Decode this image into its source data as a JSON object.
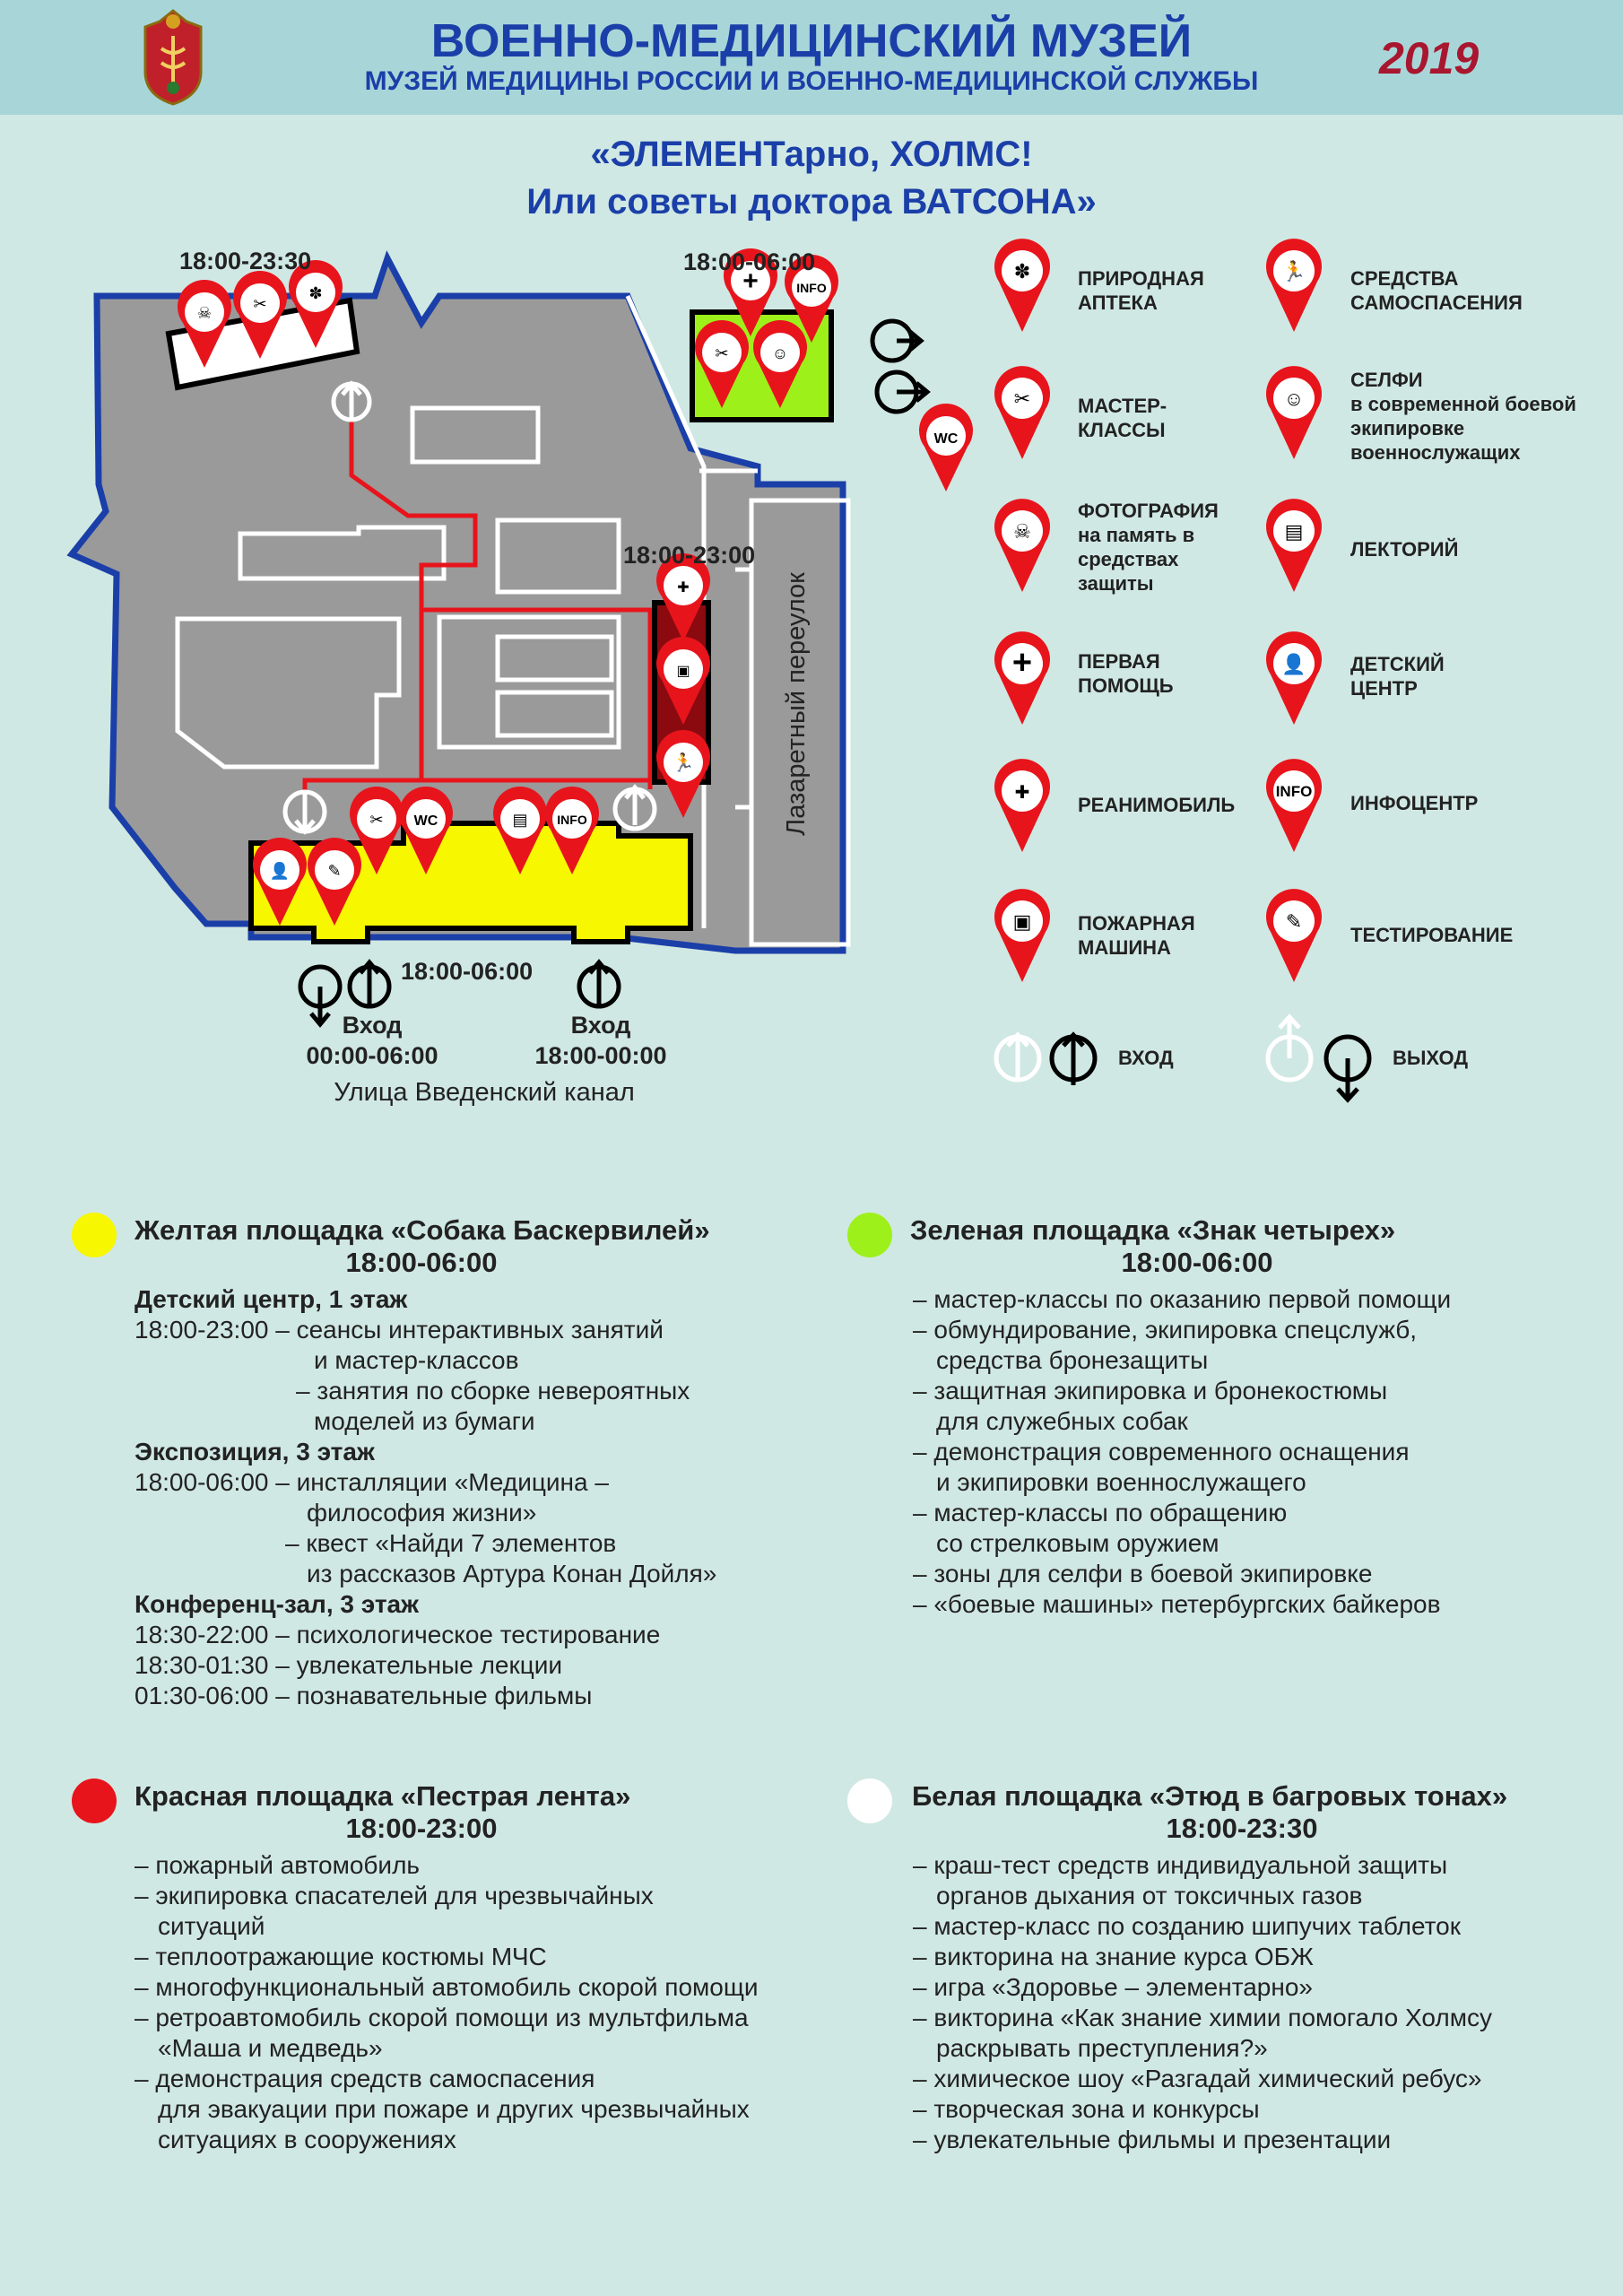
{
  "header": {
    "title": "ВОЕННО-МЕДИЦИНСКИЙ МУЗЕЙ",
    "subtitle": "МУЗЕЙ МЕДИЦИНЫ РОССИИ И ВОЕННО-МЕДИЦИНСКОЙ СЛУЖБЫ",
    "year": "2019"
  },
  "event": {
    "line1": "«ЭЛЕМЕНТарно, ХОЛМС!",
    "line2": "Или советы доктора ВАТСОНА»"
  },
  "map": {
    "time_top_left": "18:00-23:30",
    "time_top_right": "18:00-06:00",
    "time_red": "18:00-23:00",
    "time_bottom": "18:00-06:00",
    "entrance1": "Вход\n00:00-06:00",
    "entrance2": "Вход\n18:00-00:00",
    "street": "Улица Введенский канал",
    "lane": "Лазаретный переулок",
    "wc_label": "WC",
    "info_label": "INFO"
  },
  "legend": [
    {
      "icon": "tree-icon",
      "label": "Природная аптека"
    },
    {
      "icon": "running-person-icon",
      "label": "Средства самоспасения"
    },
    {
      "icon": "scissors-screen-icon",
      "label": "Мастер-классы"
    },
    {
      "icon": "soldier-icon",
      "label": "Селфи",
      "sub": "в современной боевой экипировке военнослужащих"
    },
    {
      "icon": "gas-mask-icon",
      "label": "Фотография",
      "sub": "на память в средствах защиты"
    },
    {
      "icon": "book-icon",
      "label": "Лекторий"
    },
    {
      "icon": "cross-icon",
      "label": "Первая помощь"
    },
    {
      "icon": "child-icon",
      "label": "Детский центр"
    },
    {
      "icon": "ambulance-icon",
      "label": "Реанимобиль"
    },
    {
      "icon": "info-icon",
      "label": "Инфоцентр"
    },
    {
      "icon": "fire-truck-icon",
      "label": "Пожарная машина"
    },
    {
      "icon": "test-icon",
      "label": "Тестирование"
    }
  ],
  "legend_entry": "ВХОД",
  "legend_exit": "ВЫХОД",
  "zones": [
    {
      "color": "#f7f700",
      "title": "Желтая площадка «Собака Баскервилей»",
      "time": "18:00-06:00",
      "lines": [
        {
          "t": "Детский центр, 1 этаж",
          "c": "h"
        },
        {
          "t": "18:00-23:00  – сеансы интерактивных занятий",
          "c": ""
        },
        {
          "t": "и мастер-классов",
          "c": "in1"
        },
        {
          "t": "– занятия по сборке невероятных",
          "c": "in1"
        },
        {
          "t": "моделей из бумаги",
          "c": "in1"
        },
        {
          "t": "Экспозиция, 3 этаж",
          "c": "h"
        },
        {
          "t": "18:00-06:00 – инсталляции «Медицина –",
          "c": ""
        },
        {
          "t": "философия жизни»",
          "c": "in1"
        },
        {
          "t": "– квест «Найди 7 элементов",
          "c": "in1"
        },
        {
          "t": "из рассказов Артура Конан Дойля»",
          "c": "in1"
        },
        {
          "t": "Конференц-зал, 3 этаж",
          "c": "h"
        },
        {
          "t": "18:30-22:00 – психологическое тестирование",
          "c": ""
        },
        {
          "t": "18:30-01:30 – увлекательные лекции",
          "c": ""
        },
        {
          "t": "01:30-06:00 – познавательные фильмы",
          "c": ""
        }
      ]
    },
    {
      "color": "#9ef01a",
      "title": "Зеленая площадка «Знак четырех»",
      "time": "18:00-06:00",
      "lines": [
        {
          "t": "– мастер-классы по оказанию первой помощи",
          "c": ""
        },
        {
          "t": "– обмундирование, экипировка спецслужб,",
          "c": ""
        },
        {
          "t": "средства бронезащиты",
          "c": "cont"
        },
        {
          "t": "– защитная экипировка и бронекостюмы",
          "c": ""
        },
        {
          "t": "для служебных собак",
          "c": "cont"
        },
        {
          "t": "– демонстрация современного оснащения",
          "c": ""
        },
        {
          "t": "и экипировки военнослужащего",
          "c": "cont"
        },
        {
          "t": "– мастер-классы по обращению",
          "c": ""
        },
        {
          "t": "со стрелковым оружием",
          "c": "cont"
        },
        {
          "t": "– зоны для селфи в боевой экипировке",
          "c": ""
        },
        {
          "t": "– «боевые машины» петербургских байкеров",
          "c": ""
        }
      ]
    },
    {
      "color": "#e8141c",
      "title": "Красная площадка «Пестрая лента»",
      "time": "18:00-23:00",
      "lines": [
        {
          "t": "– пожарный автомобиль",
          "c": ""
        },
        {
          "t": "– экипировка спасателей для чрезвычайных",
          "c": ""
        },
        {
          "t": "ситуаций",
          "c": "cont"
        },
        {
          "t": "– теплоотражающие костюмы МЧС",
          "c": ""
        },
        {
          "t": "– многофункциональный автомобиль скорой помощи",
          "c": ""
        },
        {
          "t": "– ретроавтомобиль скорой помощи из мультфильма",
          "c": ""
        },
        {
          "t": "«Маша и медведь»",
          "c": "cont"
        },
        {
          "t": "– демонстрация средств самоспасения",
          "c": ""
        },
        {
          "t": "для  эвакуации при пожаре и других чрезвычайных",
          "c": "cont"
        },
        {
          "t": "ситуациях в сооружениях",
          "c": "cont"
        }
      ]
    },
    {
      "color": "#ffffff",
      "title": "Белая площадка «Этюд в багровых тонах»",
      "time": "18:00-23:30",
      "lines": [
        {
          "t": "– краш-тест средств индивидуальной защиты",
          "c": ""
        },
        {
          "t": "органов дыхания от токсичных газов",
          "c": "cont"
        },
        {
          "t": "– мастер-класс по созданию шипучих таблеток",
          "c": ""
        },
        {
          "t": "– викторина на знание курса ОБЖ",
          "c": ""
        },
        {
          "t": "– игра «Здоровье – элементарно»",
          "c": ""
        },
        {
          "t": "– викторина «Как знание химии помогало Холмсу",
          "c": ""
        },
        {
          "t": "раскрывать преступления?»",
          "c": "cont"
        },
        {
          "t": "– химическое шоу «Разгадай химический ребус»",
          "c": ""
        },
        {
          "t": "– творческая зона и конкурсы",
          "c": ""
        },
        {
          "t": "– увлекательные фильмы и презентации",
          "c": ""
        }
      ]
    }
  ]
}
